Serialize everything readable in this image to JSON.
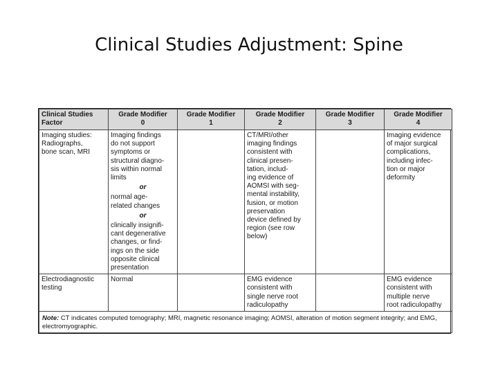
{
  "title": "Clinical Studies Adjustment: Spine",
  "table": {
    "headers": [
      "Clinical Studies\nFactor",
      "Grade Modifier\n0",
      "Grade Modifier\n1",
      "Grade Modifier\n2",
      "Grade Modifier\n3",
      "Grade Modifier\n4"
    ],
    "rows": [
      {
        "factor": "Imaging studies:\nRadiographs,\nbone scan, MRI",
        "gm0_parts": [
          "Imaging findings\ndo not support\nsymptoms or\nstructural diagno-\nsis within normal\nlimits",
          "normal age-\nrelated changes",
          "clinically insignifi-\ncant degenerative\nchanges, or find-\nings on the side\nopposite clinical\npresentation"
        ],
        "or_label": "or",
        "gm1": "",
        "gm2": "CT/MRI/other\nimaging findings\nconsistent with\nclinical presen-\ntation, includ-\ning evidence of\nAOMSI with seg-\nmental instability,\nfusion, or motion\npreservation\ndevice defined by\nregion (see row\nbelow)",
        "gm3": "",
        "gm4": "Imaging evidence\nof major surgical\ncomplications,\nincluding infec-\ntion or major\ndeformity"
      },
      {
        "factor": "Electrodiagnostic\ntesting",
        "gm0": "Normal",
        "gm1": "",
        "gm2": "EMG evidence\nconsistent with\nsingle nerve root\nradiculopathy",
        "gm3": "",
        "gm4": "EMG evidence\nconsistent with\nmultiple nerve\nroot radiculopathy"
      }
    ],
    "note_label": "Note:",
    "note_text": " CT indicates computed tomography; MRI, magnetic resonance imaging; AOMSI, alteration of motion segment integrity; and EMG, electromyographic."
  }
}
